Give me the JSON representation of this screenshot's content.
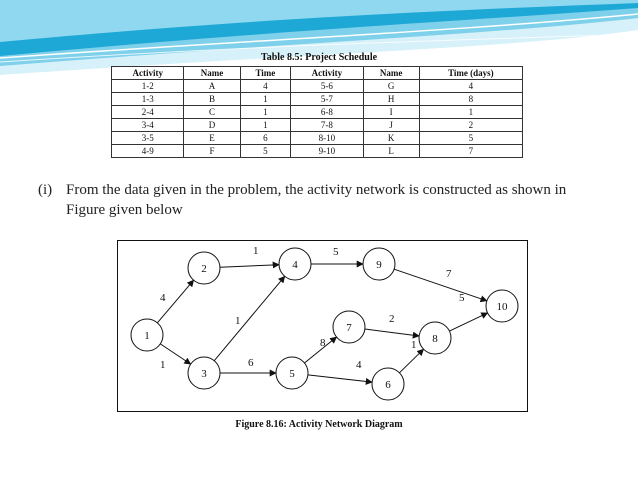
{
  "table": {
    "title": "Table 8.5: Project Schedule",
    "headers": [
      "Activity",
      "Name",
      "Time",
      "Activity",
      "Name",
      "Time (days)"
    ],
    "rows": [
      [
        "1-2",
        "A",
        "4",
        "5-6",
        "G",
        "4"
      ],
      [
        "1-3",
        "B",
        "1",
        "5-7",
        "H",
        "8"
      ],
      [
        "2-4",
        "C",
        "1",
        "6-8",
        "I",
        "1"
      ],
      [
        "3-4",
        "D",
        "1",
        "7-8",
        "J",
        "2"
      ],
      [
        "3-5",
        "E",
        "6",
        "8-10",
        "K",
        "5"
      ],
      [
        "4-9",
        "F",
        "5",
        "9-10",
        "L",
        "7"
      ]
    ]
  },
  "bullet": {
    "marker": "(i)",
    "text": "From the data given in the problem, the activity network is constructed as shown in Figure given below"
  },
  "network": {
    "nodes": [
      "1",
      "2",
      "3",
      "4",
      "5",
      "6",
      "7",
      "8",
      "9",
      "10"
    ],
    "edges": [
      {
        "from": "1",
        "to": "2",
        "label": "4"
      },
      {
        "from": "1",
        "to": "3",
        "label": "1"
      },
      {
        "from": "2",
        "to": "4",
        "label": "1"
      },
      {
        "from": "3",
        "to": "4",
        "label": "1"
      },
      {
        "from": "3",
        "to": "5",
        "label": "6"
      },
      {
        "from": "4",
        "to": "9",
        "label": "5"
      },
      {
        "from": "5",
        "to": "7",
        "label": "8"
      },
      {
        "from": "5",
        "to": "6",
        "label": "4"
      },
      {
        "from": "7",
        "to": "8",
        "label": "2"
      },
      {
        "from": "6",
        "to": "8",
        "label": "1"
      },
      {
        "from": "9",
        "to": "10",
        "label": "7"
      },
      {
        "from": "8",
        "to": "10",
        "label": "5"
      }
    ]
  },
  "caption": "Figure 8.16: Activity Network Diagram",
  "colors": {
    "wave_light": "#d6f1f9",
    "wave_mid": "#7fd0ea",
    "wave_dark": "#1da8d6",
    "line": "#111111"
  }
}
